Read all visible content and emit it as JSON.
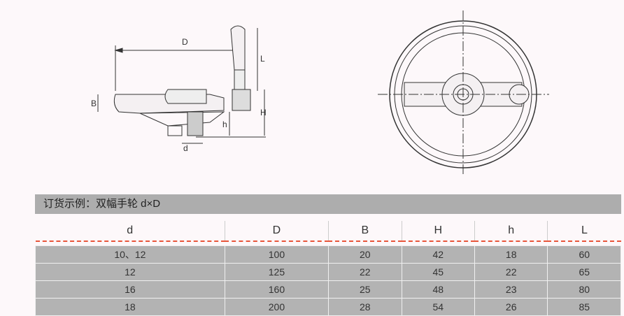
{
  "drawing": {
    "labels": {
      "D": "D",
      "L": "L",
      "B": "B",
      "H": "H",
      "h": "h",
      "d": "d"
    }
  },
  "banner": {
    "text": "订货示例：双幅手轮 d×D"
  },
  "table": {
    "headers": [
      "d",
      "D",
      "B",
      "H",
      "h",
      "L"
    ],
    "rows": [
      [
        "10、12",
        "100",
        "20",
        "42",
        "18",
        "60"
      ],
      [
        "12",
        "125",
        "22",
        "45",
        "22",
        "65"
      ],
      [
        "16",
        "160",
        "25",
        "48",
        "23",
        "80"
      ],
      [
        "18",
        "200",
        "28",
        "54",
        "26",
        "85"
      ]
    ]
  }
}
